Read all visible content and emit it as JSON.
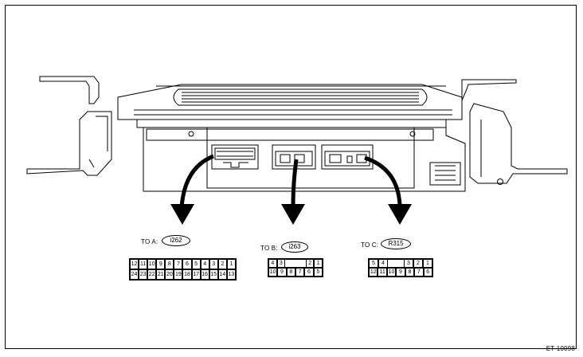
{
  "labels": {
    "a_prefix": "TO A:",
    "a_id": "i262",
    "b_prefix": "TO B:",
    "b_id": "i263",
    "c_prefix": "TO C:",
    "c_id": "R315"
  },
  "connector_a": {
    "top": [
      "12",
      "11",
      "10",
      "9",
      "8",
      "7",
      "6",
      "5",
      "4",
      "3",
      "2",
      "1"
    ],
    "bottom": [
      "24",
      "23",
      "22",
      "21",
      "20",
      "19",
      "18",
      "17",
      "16",
      "15",
      "14",
      "13"
    ]
  },
  "connector_b": {
    "top": [
      "4",
      "3",
      "",
      "",
      "",
      "2",
      "1"
    ],
    "bottom": [
      "10",
      "9",
      "8",
      "7",
      "6",
      "5"
    ]
  },
  "connector_c": {
    "top": [
      "5",
      "4",
      "",
      "",
      "3",
      "2",
      "1"
    ],
    "bottom": [
      "12",
      "11",
      "10",
      "9",
      "8",
      "7",
      "6"
    ]
  },
  "figure_code": "ET-10098"
}
